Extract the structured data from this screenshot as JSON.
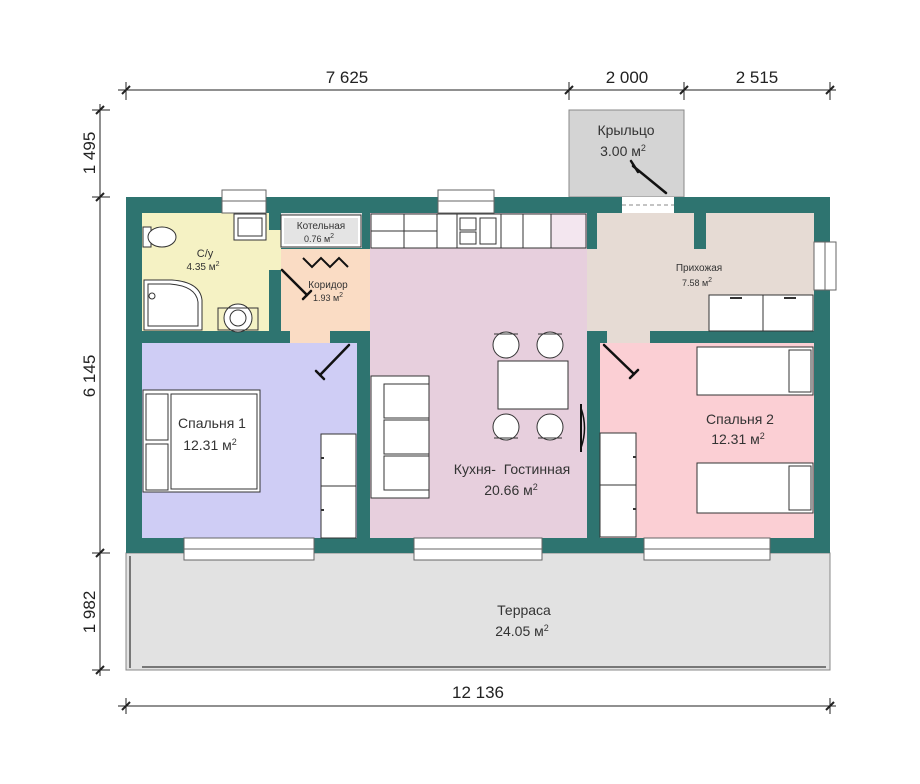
{
  "colors": {
    "wall": "#2e7470",
    "bathroom": "#f5f2c4",
    "boiler": "#e4e4e4",
    "corridor": "#fadcc4",
    "bedroom1": "#cfcdf5",
    "living": "#e7cfdd",
    "hall": "#e6dbd4",
    "bedroom2": "#fbcfd4",
    "porch": "#d4d4d4",
    "terrace": "#e2e2e2"
  },
  "dimensions": {
    "top_left": "7 625",
    "top_mid": "2 000",
    "top_right": "2 515",
    "left_top": "1 495",
    "left_mid": "6 145",
    "left_bottom": "1 982",
    "bottom": "12 136"
  },
  "rooms": {
    "porch": {
      "name": "Крыльцо",
      "area": "3.00 м",
      "sup": "2"
    },
    "bathroom": {
      "name": "С/у",
      "area": "4.35 м",
      "sup": "2"
    },
    "boiler": {
      "name": "Котельная",
      "area": "0.76 м",
      "sup": "2"
    },
    "corridor": {
      "name": "Коридор",
      "area": "1.93 м",
      "sup": "2"
    },
    "hall": {
      "name": "Прихожая",
      "area": "7.58 м",
      "sup": "2"
    },
    "bedroom1": {
      "name": "Спальня 1",
      "area": "12.31 м",
      "sup": "2"
    },
    "living": {
      "name": "Кухня-  Гостинная",
      "area": "20.66 м",
      "sup": "2"
    },
    "bedroom2": {
      "name": "Спальня 2",
      "area": "12.31 м",
      "sup": "2"
    },
    "terrace": {
      "name": "Терраса",
      "area": "24.05 м",
      "sup": "2"
    }
  }
}
